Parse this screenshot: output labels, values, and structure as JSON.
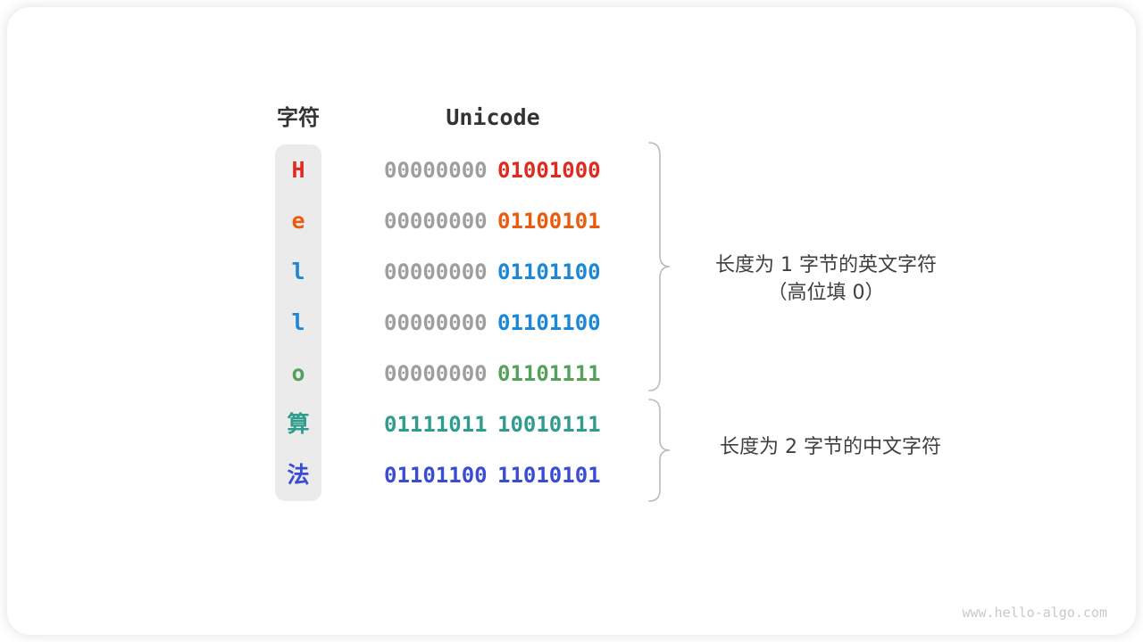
{
  "table": {
    "char_header": "字符",
    "unicode_header": "Unicode",
    "rows": [
      {
        "char": "H",
        "char_color": "#e12a1e",
        "byte1": "00000000",
        "byte1_color": "#9e9e9e",
        "byte2": "01001000",
        "byte2_color": "#e12a1e"
      },
      {
        "char": "e",
        "char_color": "#ea5b0e",
        "byte1": "00000000",
        "byte1_color": "#9e9e9e",
        "byte2": "01100101",
        "byte2_color": "#ea5b0e"
      },
      {
        "char": "l",
        "char_color": "#1c87d6",
        "byte1": "00000000",
        "byte1_color": "#9e9e9e",
        "byte2": "01101100",
        "byte2_color": "#1c87d6"
      },
      {
        "char": "l",
        "char_color": "#1c87d6",
        "byte1": "00000000",
        "byte1_color": "#9e9e9e",
        "byte2": "01101100",
        "byte2_color": "#1c87d6"
      },
      {
        "char": "o",
        "char_color": "#55a15c",
        "byte1": "00000000",
        "byte1_color": "#9e9e9e",
        "byte2": "01101111",
        "byte2_color": "#55a15c"
      },
      {
        "char": "算",
        "char_color": "#2f9c8d",
        "byte1": "01111011",
        "byte1_color": "#2f9c8d",
        "byte2": "10010111",
        "byte2_color": "#2f9c8d"
      },
      {
        "char": "法",
        "char_color": "#3a4cd3",
        "byte1": "01101100",
        "byte1_color": "#3a4cd3",
        "byte2": "11010101",
        "byte2_color": "#3a4cd3"
      }
    ]
  },
  "annotations": {
    "english_group": "长度为 1 字节的英文字符\n（高位填 0）",
    "chinese_group": "长度为 2 字节的中文字符"
  },
  "watermark": "www.hello-algo.com",
  "colors": {
    "panel_bg": "#ebebeb",
    "header_text": "#333333",
    "zero_padding_gray": "#9e9e9e",
    "brace": "#bbbbbb",
    "annotation_text": "#3f3f3f",
    "watermark_text": "#c9c9c9"
  }
}
